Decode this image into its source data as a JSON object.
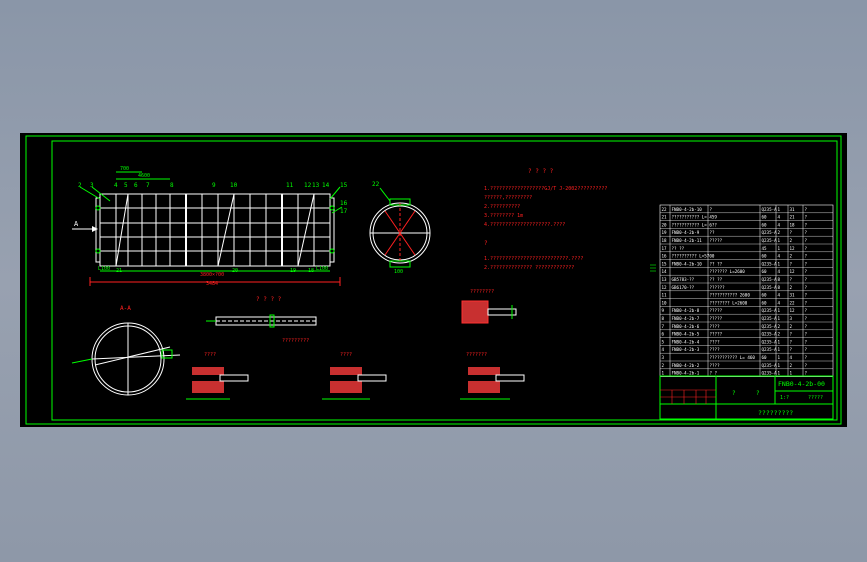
{
  "colors": {
    "background": "#000000",
    "frame": "#00ff00",
    "dimension": "#00ff00",
    "annotation": "#ff2020",
    "geometry": "#ffffff",
    "hatch": "#ff3030",
    "desktop": "#8e98a8"
  },
  "plan_view": {
    "balloons": [
      "2",
      "3",
      "4",
      "5",
      "6",
      "7",
      "8",
      "9",
      "10",
      "11",
      "12",
      "13",
      "14",
      "15"
    ],
    "balloons_right": [
      "16",
      "17"
    ],
    "balloons_bottom": [
      "21",
      "20",
      "19",
      "18"
    ],
    "top_dim_1": "700",
    "top_dim_2": "4600",
    "left_dim": "L100",
    "right_dim": "L100",
    "bottom_dim": "3800×?00",
    "overall_dim": "3484",
    "view_arrow": "A"
  },
  "section_circle": {
    "balloon": "22",
    "bottom_dim": "100"
  },
  "notes": {
    "title": "? ? ? ?",
    "lines": [
      "1.??????????????????GJ/T J-2002??????????",
      "  ??????,?????????",
      "2.??????????",
      "3.???????? 1m",
      "4.????????????????????.????"
    ],
    "title2": "?",
    "lines2": [
      "1.??????????????????????????.????",
      "2.?????????????? ?????????????"
    ]
  },
  "views": {
    "section_aa": "A-A",
    "beam_detail": "? ? ? ?",
    "beam_caption": "?????????",
    "small_detail": "????????",
    "node1": "????",
    "node2": "????",
    "node3": "???????"
  },
  "bom": {
    "rows": [
      [
        "22",
        "FNB0-4-2b-10",
        "?",
        "Q235-A",
        "1",
        "31",
        "?"
      ],
      [
        "21",
        "??????????? L= 459",
        "",
        "60",
        "4",
        "21",
        "?"
      ],
      [
        "20",
        "??????????? L= 6??",
        "",
        "60",
        "4",
        "18",
        "?"
      ],
      [
        "19",
        "FNB0-4-2b-9",
        "??",
        "Q235-A",
        "2",
        "?",
        "?"
      ],
      [
        "18",
        "FNB0-4-2b-11",
        "?????",
        "Q235-A",
        "1",
        "2",
        "?"
      ],
      [
        "17",
        "?? ??",
        "",
        "45",
        "1",
        "12",
        "?"
      ],
      [
        "16",
        "?????????? L=5700",
        "",
        "60",
        "4",
        "2",
        "?"
      ],
      [
        "15",
        "FNB0-4-2b-10",
        "?? ??",
        "Q235-A",
        "1",
        "?",
        "?"
      ],
      [
        "14",
        "",
        "??????? L=2600",
        "60",
        "4",
        "12",
        "?"
      ],
      [
        "13",
        "GB5783-??",
        "?? ??",
        "Q235-A",
        "8",
        "?",
        "?"
      ],
      [
        "12",
        "GB6170-??",
        "??????",
        "Q235-A",
        "8",
        "2",
        "?"
      ],
      [
        "11",
        "",
        "??????????? 2600",
        "60",
        "4",
        "31",
        "?"
      ],
      [
        "10",
        "",
        "???????? L=2600",
        "60",
        "4",
        "22",
        "?"
      ],
      [
        "9",
        "FNB0-4-2b-8",
        "?????",
        "Q235-A",
        "1",
        "12",
        "?"
      ],
      [
        "8",
        "FNB0-4-2b-7",
        "?????",
        "Q235-A",
        "1",
        "3",
        "?"
      ],
      [
        "7",
        "FNB0-4-2b-6",
        "????",
        "Q235-A",
        "2",
        "2",
        "?"
      ],
      [
        "6",
        "FNB0-4-2b-5",
        "?????",
        "Q235-A",
        "2",
        "?",
        "?"
      ],
      [
        "5",
        "FNB0-4-2b-4",
        "????",
        "Q235-A",
        "1",
        "?",
        "?"
      ],
      [
        "4",
        "FNB0-4-2b-3",
        "????",
        "Q235-A",
        "1",
        "?",
        "?"
      ],
      [
        "3",
        "",
        "??????????? L= 460",
        "60",
        "1",
        "4",
        "?"
      ],
      [
        "2",
        "FNB0-4-2b-2",
        "????",
        "Q235-A",
        "1",
        "2",
        "?"
      ],
      [
        "1",
        "FNB0-4-2b-1",
        "? ?",
        "Q235-A",
        "1",
        "1",
        "?"
      ]
    ]
  },
  "title_block": {
    "drawing_no": "FNB0-4-2b-00",
    "scale": "1:?",
    "name_left": "?",
    "name_right": "?",
    "sheet_label": "?????",
    "title": "?????????"
  }
}
